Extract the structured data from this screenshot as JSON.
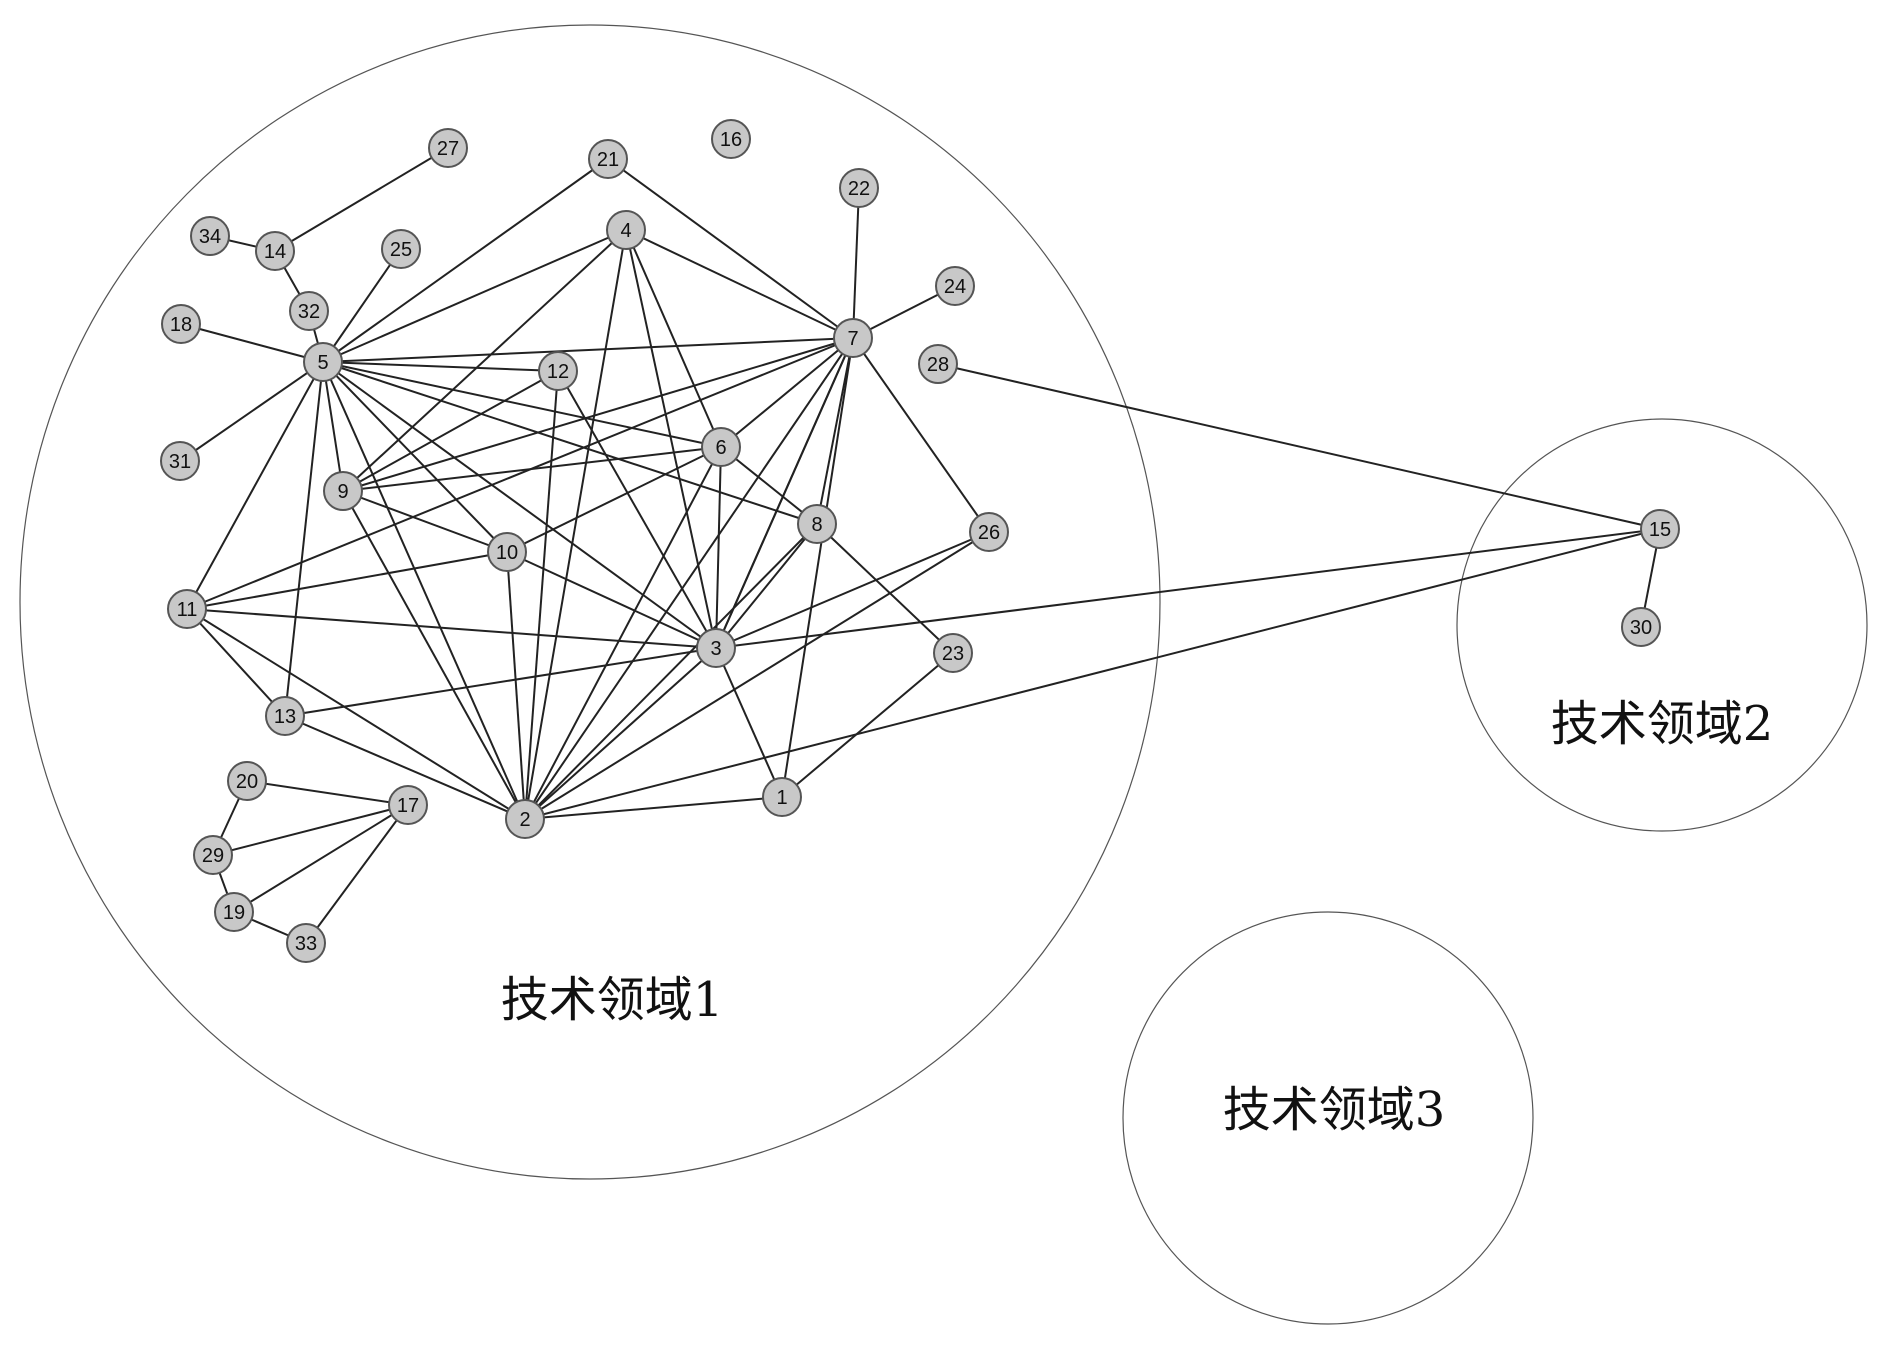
{
  "regions": [
    {
      "id": "r1",
      "label": "技术领域1"
    },
    {
      "id": "r2",
      "label": "技术领域2"
    },
    {
      "id": "r3",
      "label": "技术领域3"
    }
  ],
  "nodes": [
    "1",
    "2",
    "3",
    "4",
    "5",
    "6",
    "7",
    "8",
    "9",
    "10",
    "11",
    "12",
    "13",
    "14",
    "15",
    "16",
    "17",
    "18",
    "19",
    "20",
    "21",
    "22",
    "23",
    "24",
    "25",
    "26",
    "27",
    "28",
    "29",
    "30",
    "31",
    "32",
    "33",
    "34"
  ],
  "edges": [
    [
      "27",
      "14"
    ],
    [
      "34",
      "14"
    ],
    [
      "14",
      "32"
    ],
    [
      "32",
      "5"
    ],
    [
      "25",
      "5"
    ],
    [
      "18",
      "5"
    ],
    [
      "31",
      "5"
    ],
    [
      "21",
      "5"
    ],
    [
      "21",
      "7"
    ],
    [
      "4",
      "5"
    ],
    [
      "4",
      "9"
    ],
    [
      "4",
      "7"
    ],
    [
      "4",
      "6"
    ],
    [
      "4",
      "3"
    ],
    [
      "4",
      "2"
    ],
    [
      "22",
      "7"
    ],
    [
      "24",
      "7"
    ],
    [
      "5",
      "7"
    ],
    [
      "5",
      "12"
    ],
    [
      "5",
      "6"
    ],
    [
      "5",
      "8"
    ],
    [
      "5",
      "9"
    ],
    [
      "5",
      "10"
    ],
    [
      "5",
      "3"
    ],
    [
      "5",
      "2"
    ],
    [
      "5",
      "11"
    ],
    [
      "5",
      "13"
    ],
    [
      "12",
      "9"
    ],
    [
      "12",
      "2"
    ],
    [
      "12",
      "3"
    ],
    [
      "9",
      "6"
    ],
    [
      "9",
      "10"
    ],
    [
      "9",
      "7"
    ],
    [
      "9",
      "2"
    ],
    [
      "6",
      "8"
    ],
    [
      "6",
      "3"
    ],
    [
      "6",
      "2"
    ],
    [
      "6",
      "7"
    ],
    [
      "7",
      "3"
    ],
    [
      "7",
      "8"
    ],
    [
      "7",
      "2"
    ],
    [
      "7",
      "26"
    ],
    [
      "7",
      "1"
    ],
    [
      "7",
      "11"
    ],
    [
      "7",
      "3"
    ],
    [
      "8",
      "3"
    ],
    [
      "8",
      "23"
    ],
    [
      "8",
      "2"
    ],
    [
      "10",
      "3"
    ],
    [
      "10",
      "2"
    ],
    [
      "10",
      "6"
    ],
    [
      "11",
      "10"
    ],
    [
      "11",
      "3"
    ],
    [
      "11",
      "13"
    ],
    [
      "11",
      "2"
    ],
    [
      "13",
      "3"
    ],
    [
      "13",
      "2"
    ],
    [
      "26",
      "3"
    ],
    [
      "26",
      "2"
    ],
    [
      "3",
      "1"
    ],
    [
      "3",
      "2"
    ],
    [
      "3",
      "15"
    ],
    [
      "1",
      "2"
    ],
    [
      "1",
      "23"
    ],
    [
      "28",
      "15"
    ],
    [
      "2",
      "15"
    ],
    [
      "15",
      "30"
    ],
    [
      "20",
      "17"
    ],
    [
      "20",
      "29"
    ],
    [
      "29",
      "17"
    ],
    [
      "29",
      "19"
    ],
    [
      "19",
      "17"
    ],
    [
      "19",
      "33"
    ],
    [
      "33",
      "17"
    ]
  ]
}
